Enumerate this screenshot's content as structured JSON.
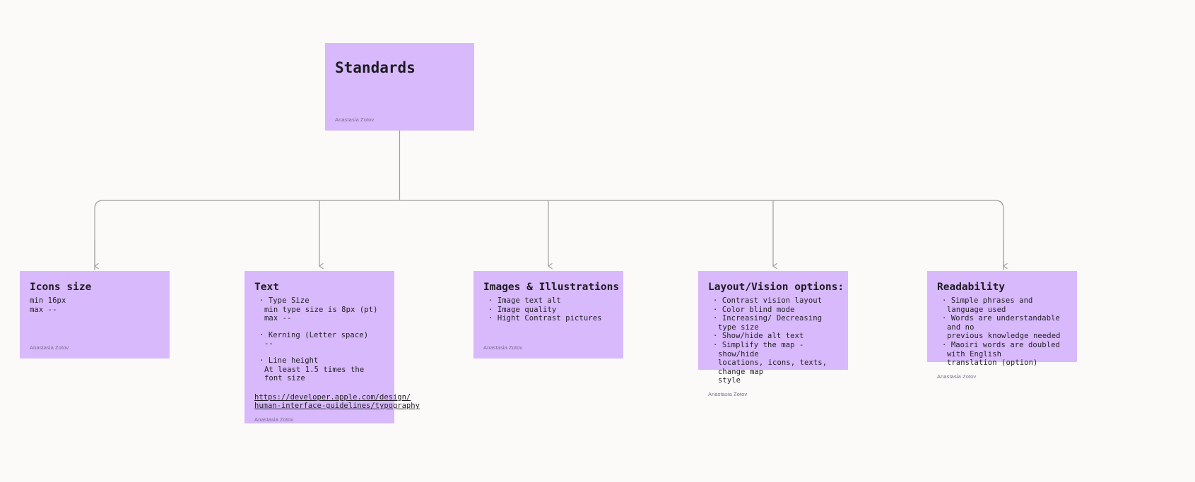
{
  "theme": {
    "background": "#fbfaf9",
    "card_fill": "#d8b9fb",
    "text": "#211f26",
    "author_text": "#7b6a90",
    "connector": "#9e9e9e"
  },
  "root": {
    "title": "Standards",
    "author": "Anastasia Zotov"
  },
  "cards": [
    {
      "id": "icons-size",
      "title": "Icons size",
      "lines": [
        {
          "text": "min 16px",
          "style": "plain"
        },
        {
          "text": "max --",
          "style": "plain"
        }
      ],
      "author": "Anastasia Zotov"
    },
    {
      "id": "text",
      "title": "Text",
      "lines": [
        {
          "text": "· Type Size",
          "style": "bullet"
        },
        {
          "text": "min type size is 8px (pt)",
          "style": "sub"
        },
        {
          "text": "max --",
          "style": "sub"
        },
        {
          "text": "",
          "style": "spacer"
        },
        {
          "text": "· Kerning (Letter space)",
          "style": "bullet"
        },
        {
          "text": "--",
          "style": "sub"
        },
        {
          "text": "",
          "style": "spacer"
        },
        {
          "text": "· Line height",
          "style": "bullet"
        },
        {
          "text": "At least 1.5 times the font size",
          "style": "sub"
        }
      ],
      "link": {
        "line1": "https://developer.apple.com/design/",
        "line2": "human-interface-guidelines/typography"
      },
      "author": "Anastasia Zotov"
    },
    {
      "id": "images-illustrations",
      "title": "Images & Illustrations",
      "lines": [
        {
          "text": "· Image text alt",
          "style": "bullet"
        },
        {
          "text": "· Image quality",
          "style": "bullet"
        },
        {
          "text": "· Hight Contrast pictures",
          "style": "bullet"
        }
      ],
      "author": "Anastasia Zotov"
    },
    {
      "id": "layout-vision-options",
      "title": "Layout/Vision options:",
      "lines": [
        {
          "text": "· Contrast vision layout",
          "style": "bullet"
        },
        {
          "text": "· Color blind mode",
          "style": "bullet"
        },
        {
          "text": "· Increasing/ Decreasing type size",
          "style": "bullet"
        },
        {
          "text": "· Show/hide alt text",
          "style": "bullet"
        },
        {
          "text": "· Simplify the map - show/hide",
          "style": "bullet"
        },
        {
          "text": "locations, icons, texts, change map",
          "style": "sub"
        },
        {
          "text": "style",
          "style": "sub"
        }
      ],
      "author": "Anastasia Zotov"
    },
    {
      "id": "readability",
      "title": "Readability",
      "lines": [
        {
          "text": "· Simple phrases and language used",
          "style": "bullet"
        },
        {
          "text": "· Words are understandable and no",
          "style": "bullet"
        },
        {
          "text": "previous knowledge needed",
          "style": "sub"
        },
        {
          "text": "· Maoiri words are doubled with English",
          "style": "bullet"
        },
        {
          "text": "translation (option)",
          "style": "sub"
        }
      ],
      "author": "Anastasia Zotov"
    }
  ]
}
